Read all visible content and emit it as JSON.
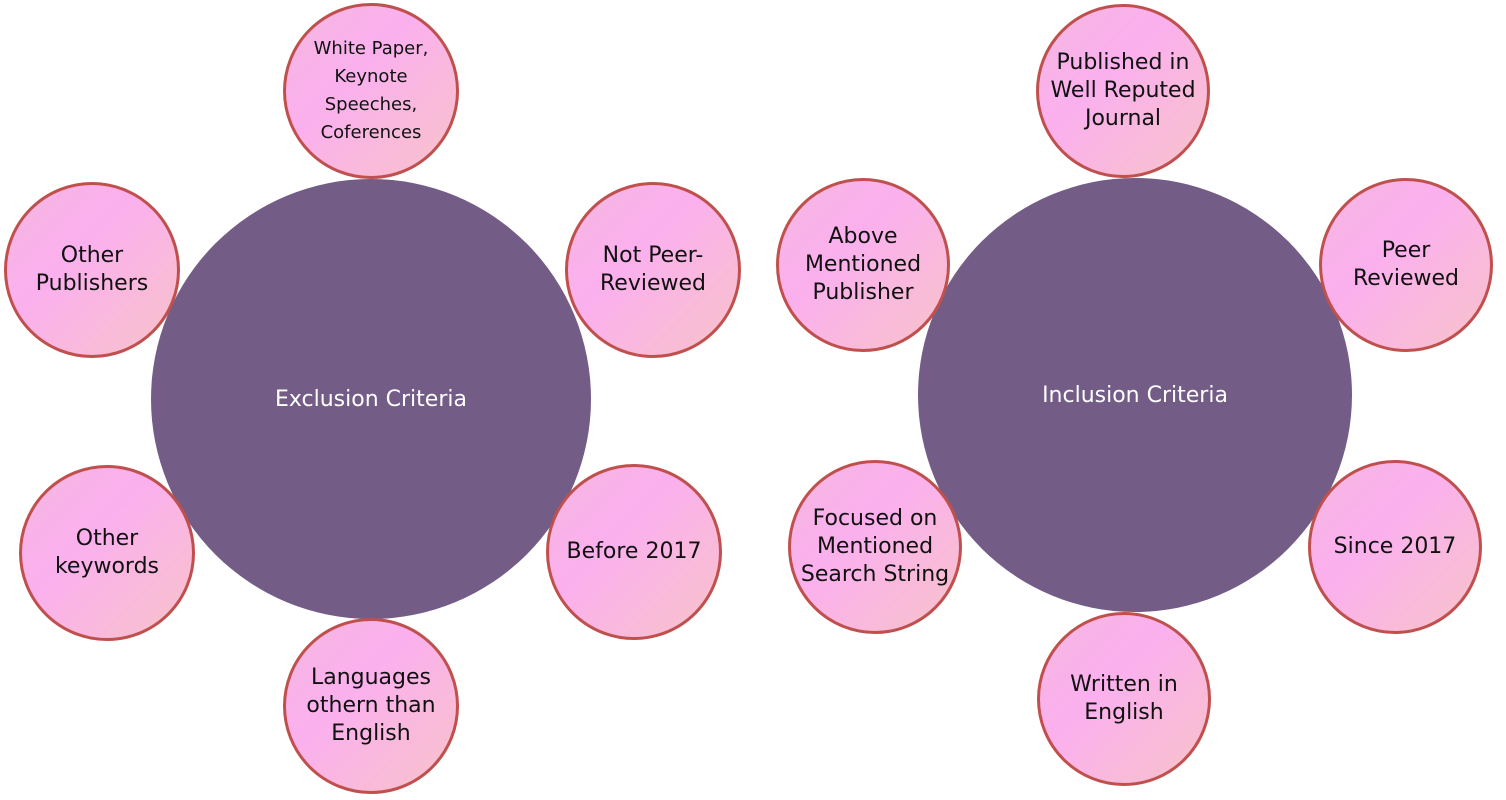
{
  "exclusion": {
    "title": "Exclusion Criteria",
    "items": {
      "top": "White Paper,\nKeynote\nSpeeches,\nCoferences",
      "upper_right": "Not Peer-\nReviewed",
      "lower_right": "Before 2017",
      "bottom": "Languages\nothern than\nEnglish",
      "lower_left": "Other\nkeywords",
      "upper_left": "Other\nPublishers"
    }
  },
  "inclusion": {
    "title": "Inclusion Criteria",
    "items": {
      "top": "Published in\nWell Reputed\nJournal",
      "upper_right": "Peer\nReviewed",
      "lower_right": "Since 2017",
      "bottom": "Written in\nEnglish",
      "lower_left": "Focused on\nMentioned\nSearch String",
      "upper_left": "Above\nMentioned\nPublisher"
    }
  },
  "colors": {
    "hub": "#735c86",
    "satellite_border": "#c0504d",
    "satellite_fill": "#fbb0ee"
  }
}
